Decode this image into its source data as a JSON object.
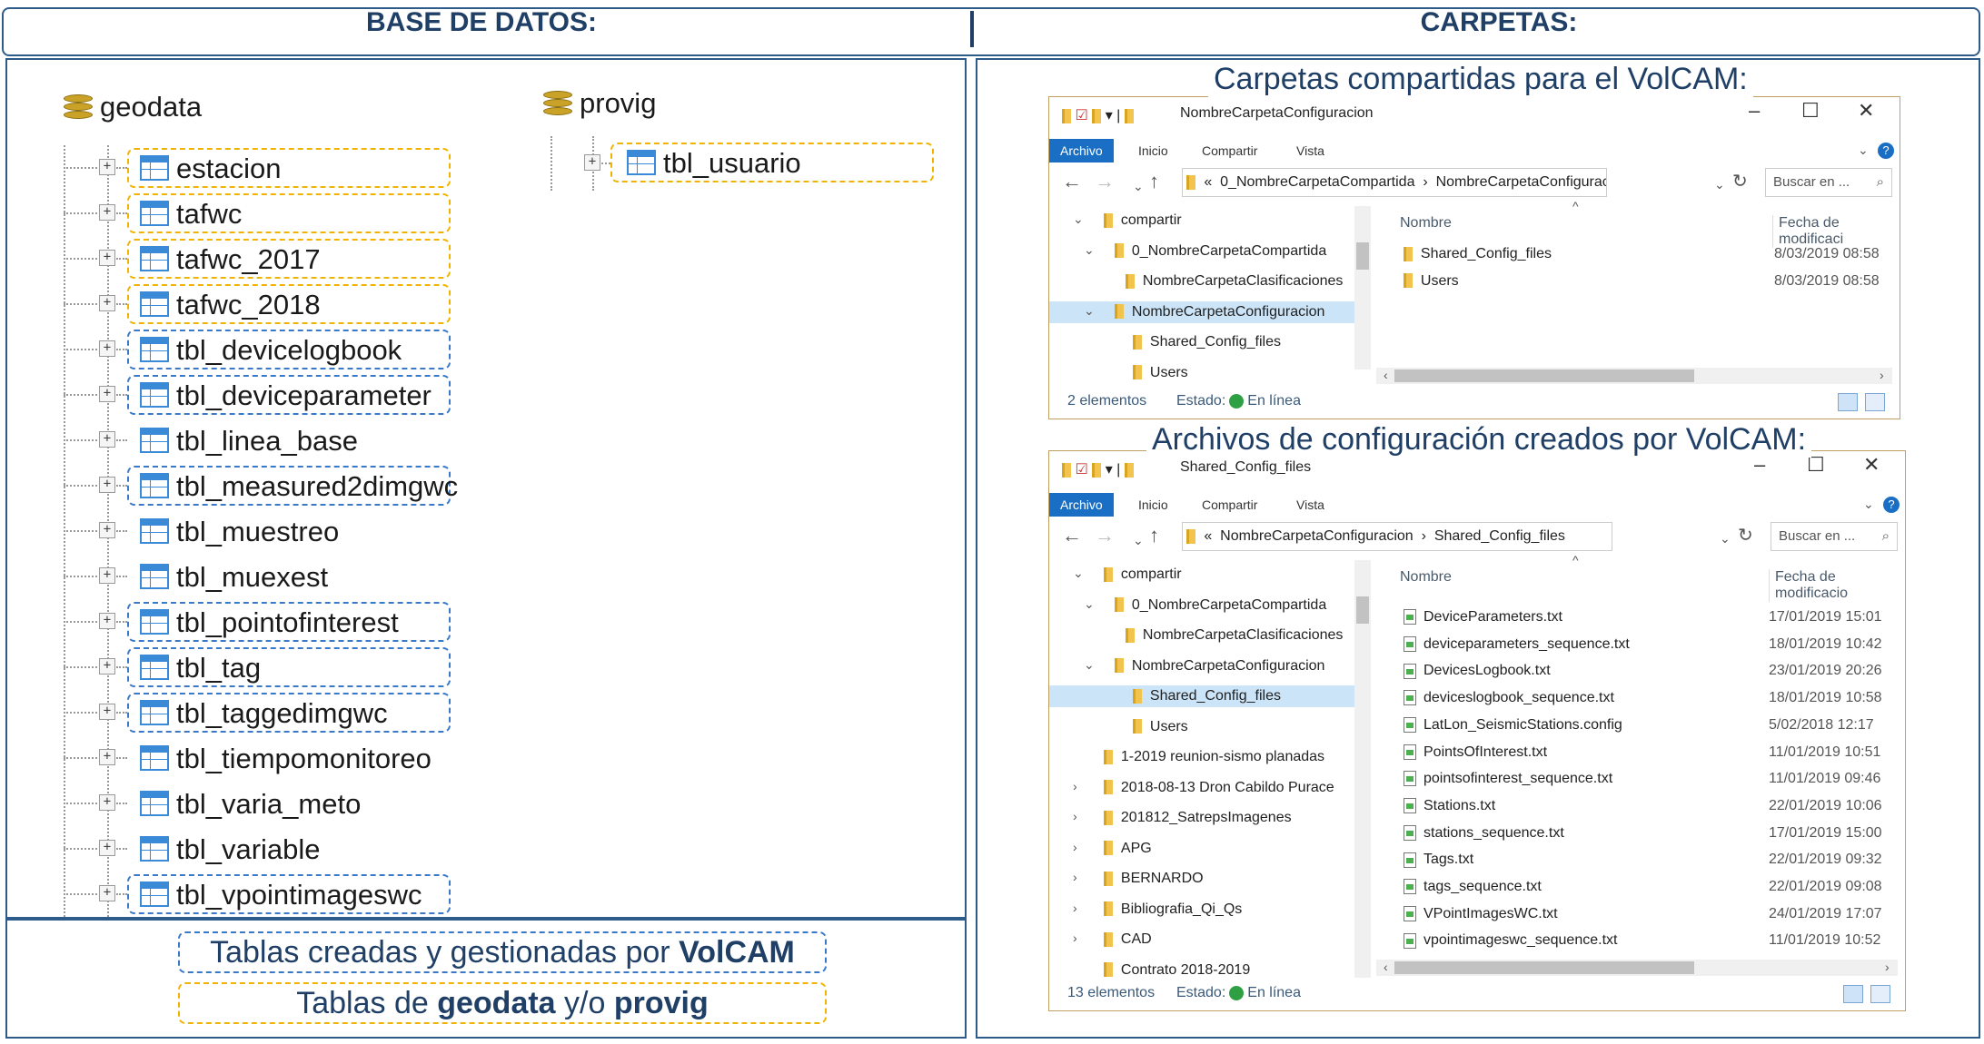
{
  "headers": {
    "left": "BASE DE DATOS:",
    "right": "CARPETAS:"
  },
  "db": {
    "geodata": "geodata",
    "provig": "provig",
    "tables": [
      {
        "name": "estacion",
        "box": "y"
      },
      {
        "name": "tafwc",
        "box": "y"
      },
      {
        "name": "tafwc_2017",
        "box": "y"
      },
      {
        "name": "tafwc_2018",
        "box": "y"
      },
      {
        "name": "tbl_devicelogbook",
        "box": "b"
      },
      {
        "name": "tbl_deviceparameter",
        "box": "b"
      },
      {
        "name": "tbl_linea_base",
        "box": ""
      },
      {
        "name": "tbl_measured2dimgwc",
        "box": "b"
      },
      {
        "name": "tbl_muestreo",
        "box": ""
      },
      {
        "name": "tbl_muexest",
        "box": ""
      },
      {
        "name": "tbl_pointofinterest",
        "box": "b"
      },
      {
        "name": "tbl_tag",
        "box": "b"
      },
      {
        "name": "tbl_taggedimgwc",
        "box": "b"
      },
      {
        "name": "tbl_tiempomonitoreo",
        "box": ""
      },
      {
        "name": "tbl_varia_meto",
        "box": ""
      },
      {
        "name": "tbl_variable",
        "box": ""
      },
      {
        "name": "tbl_vpointimageswc",
        "box": "b"
      }
    ],
    "provig_tables": [
      "tbl_usuario"
    ]
  },
  "legend": {
    "l1a": "Tablas creadas y gestionadas por ",
    "l1b": "VolCAM",
    "l2a": "Tablas de ",
    "l2b": "geodata",
    "l2c": " y/o ",
    "l2d": "provig"
  },
  "win1": {
    "caption": "Carpetas compartidas para el VolCAM:",
    "title": "NombreCarpetaConfiguracion",
    "tabs": [
      "Archivo",
      "Inicio",
      "Compartir",
      "Vista"
    ],
    "path": [
      "0_NombreCarpetaCompartida",
      "NombreCarpetaConfiguracion"
    ],
    "search": "Buscar en ...",
    "tree": [
      "compartir",
      "0_NombreCarpetaCompartida",
      "NombreCarpetaClasificaciones",
      "NombreCarpetaConfiguracion",
      "Shared_Config_files",
      "Users"
    ],
    "col_name": "Nombre",
    "col_date": "Fecha de modificaci",
    "files": [
      {
        "name": "Shared_Config_files",
        "date": "8/03/2019 08:58"
      },
      {
        "name": "Users",
        "date": "8/03/2019 08:58"
      }
    ],
    "count": "2 elementos",
    "estado": "Estado:",
    "online": "En línea"
  },
  "win2": {
    "caption": "Archivos de configuración creados por VolCAM:",
    "title": "Shared_Config_files",
    "tabs": [
      "Archivo",
      "Inicio",
      "Compartir",
      "Vista"
    ],
    "path": [
      "NombreCarpetaConfiguracion",
      "Shared_Config_files"
    ],
    "search": "Buscar en ...",
    "tree": [
      "compartir",
      "0_NombreCarpetaCompartida",
      "NombreCarpetaClasificaciones",
      "NombreCarpetaConfiguracion",
      "Shared_Config_files",
      "Users",
      "1-2019 reunion-sismo planadas",
      "2018-08-13 Dron Cabildo Purace",
      "201812_SatrepsImagenes",
      "APG",
      "BERNARDO",
      "Bibliografia_Qi_Qs",
      "CAD",
      "Contrato 2018-2019"
    ],
    "col_name": "Nombre",
    "col_date": "Fecha de modificacio",
    "files": [
      {
        "name": "DeviceParameters.txt",
        "date": "17/01/2019 15:01"
      },
      {
        "name": "deviceparameters_sequence.txt",
        "date": "18/01/2019 10:42"
      },
      {
        "name": "DevicesLogbook.txt",
        "date": "23/01/2019 20:26"
      },
      {
        "name": "deviceslogbook_sequence.txt",
        "date": "18/01/2019 10:58"
      },
      {
        "name": "LatLon_SeismicStations.config",
        "date": "5/02/2018 12:17"
      },
      {
        "name": "PointsOfInterest.txt",
        "date": "11/01/2019 10:51"
      },
      {
        "name": "pointsofinterest_sequence.txt",
        "date": "11/01/2019 09:46"
      },
      {
        "name": "Stations.txt",
        "date": "22/01/2019 10:06"
      },
      {
        "name": "stations_sequence.txt",
        "date": "17/01/2019 15:00"
      },
      {
        "name": "Tags.txt",
        "date": "22/01/2019 09:32"
      },
      {
        "name": "tags_sequence.txt",
        "date": "22/01/2019 09:08"
      },
      {
        "name": "VPointImagesWC.txt",
        "date": "24/01/2019 17:07"
      },
      {
        "name": "vpointimageswc_sequence.txt",
        "date": "11/01/2019 10:52"
      }
    ],
    "count": "13 elementos",
    "estado": "Estado:",
    "online": "En línea"
  }
}
